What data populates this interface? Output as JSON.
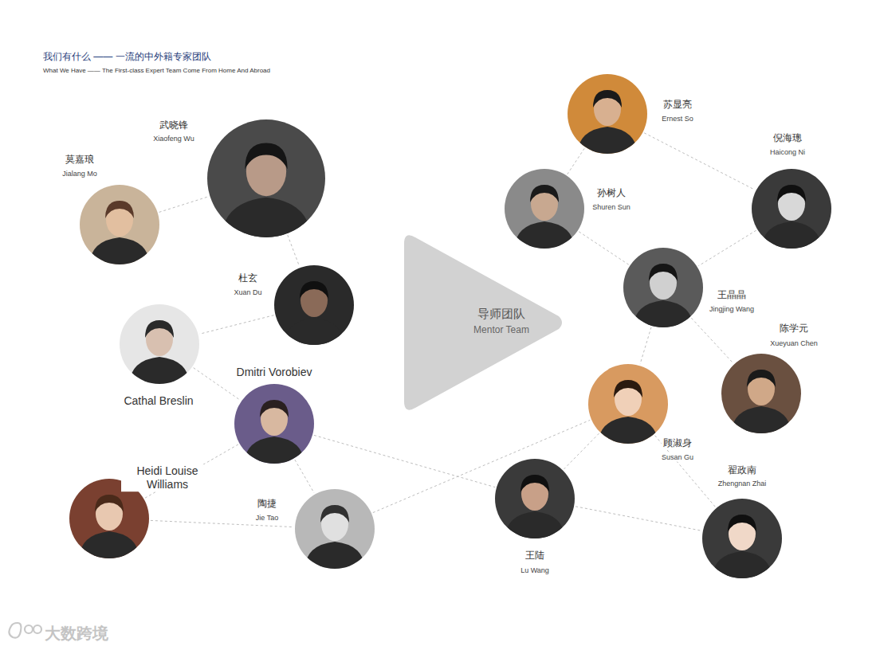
{
  "diagram": {
    "title": "我们有什么 —— 一流的中外籍专家团队",
    "nodes": [
      {
        "text": [
          "莫嘉琅",
          "Jialang Mo"
        ]
      },
      {
        "text": [
          "武晓锋",
          "Xiaofeng Wu"
        ]
      },
      {
        "text": [
          "杜玄",
          "Xuan Du"
        ]
      },
      {
        "text": [
          "Cathal Breslin"
        ]
      },
      {
        "text": [
          "Dmitri Vorobiev"
        ]
      },
      {
        "text": [
          "Heidi Louise Williams"
        ]
      },
      {
        "text": [
          "陶捷",
          "Jie Tao"
        ]
      },
      {
        "text": [
          "导师团队",
          "Mentor Team"
        ]
      },
      {
        "text": [
          "苏显亮",
          "Ernest So"
        ]
      },
      {
        "text": [
          "倪海璁",
          "Haicong Ni"
        ]
      },
      {
        "text": [
          "孙树人",
          "Shuren Sun"
        ]
      },
      {
        "text": [
          "王晶晶",
          "Jingjing Wang"
        ]
      },
      {
        "text": [
          "陈学元",
          "Xueyuan Chen"
        ]
      },
      {
        "text": [
          "顾淑身",
          "Susan Gu"
        ]
      },
      {
        "text": [
          "翟政南",
          "Zhengnan Zhai"
        ]
      },
      {
        "text": [
          "王陆",
          "Lu Wang"
        ]
      }
    ],
    "edges": [
      {
        "from": 0,
        "to": 1,
        "arrow": "none"
      },
      {
        "from": 1,
        "to": 2,
        "arrow": "none"
      },
      {
        "from": 2,
        "to": 3,
        "arrow": "none"
      },
      {
        "from": 3,
        "to": 4,
        "arrow": "none"
      },
      {
        "from": 4,
        "to": 5,
        "arrow": "none"
      },
      {
        "from": 4,
        "to": 6,
        "arrow": "none"
      },
      {
        "from": 4,
        "to": 15,
        "arrow": "none"
      },
      {
        "from": 5,
        "to": 6,
        "arrow": "none"
      },
      {
        "from": 6,
        "to": 13,
        "arrow": "none"
      },
      {
        "from": 8,
        "to": 9,
        "arrow": "none"
      },
      {
        "from": 8,
        "to": 10,
        "arrow": "none"
      },
      {
        "from": 10,
        "to": 11,
        "arrow": "none"
      },
      {
        "from": 9,
        "to": 11,
        "arrow": "none"
      },
      {
        "from": 11,
        "to": 12,
        "arrow": "none"
      },
      {
        "from": 11,
        "to": 13,
        "arrow": "none"
      },
      {
        "from": 13,
        "to": 15,
        "arrow": "none"
      },
      {
        "from": 13,
        "to": 14,
        "arrow": "none"
      },
      {
        "from": 15,
        "to": 14,
        "arrow": "none"
      }
    ],
    "labels": [
      "What We Have —— The First-class Expert Team Come From Home And Abroad",
      "大数跨境"
    ]
  }
}
